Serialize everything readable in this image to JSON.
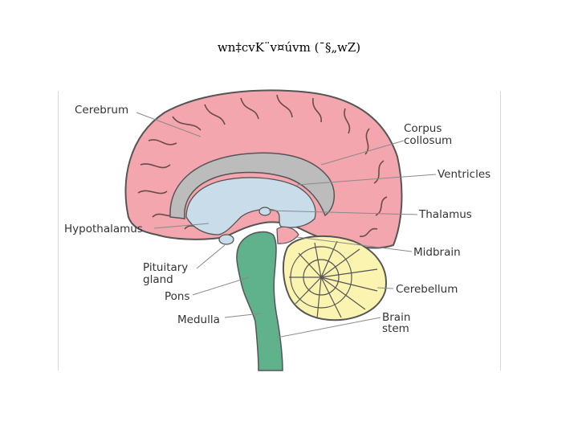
{
  "title": "wn‡cvK¨v¤úvm (¯§„wZ)",
  "labels": {
    "cerebrum": "Cerebrum",
    "corpus_line1": "Corpus",
    "corpus_line2": "collosum",
    "ventricles": "Ventricles",
    "thalamus": "Thalamus",
    "hypothalamus": "Hypothalamus",
    "midbrain": "Midbrain",
    "pituitary_line1": "Pituitary",
    "pituitary_line2": "gland",
    "cerebellum": "Cerebellum",
    "pons": "Pons",
    "brainstem_line1": "Brain",
    "brainstem_line2": "stem",
    "medulla": "Medulla"
  },
  "colors": {
    "cerebrum": "#f4a6ae",
    "ventricles": "#c9dcea",
    "corpus": "#bcbcbc",
    "brainstem": "#5fb28b",
    "cerebellum": "#fbf4b0",
    "outline": "#555555",
    "leader": "#8a8a8a"
  }
}
